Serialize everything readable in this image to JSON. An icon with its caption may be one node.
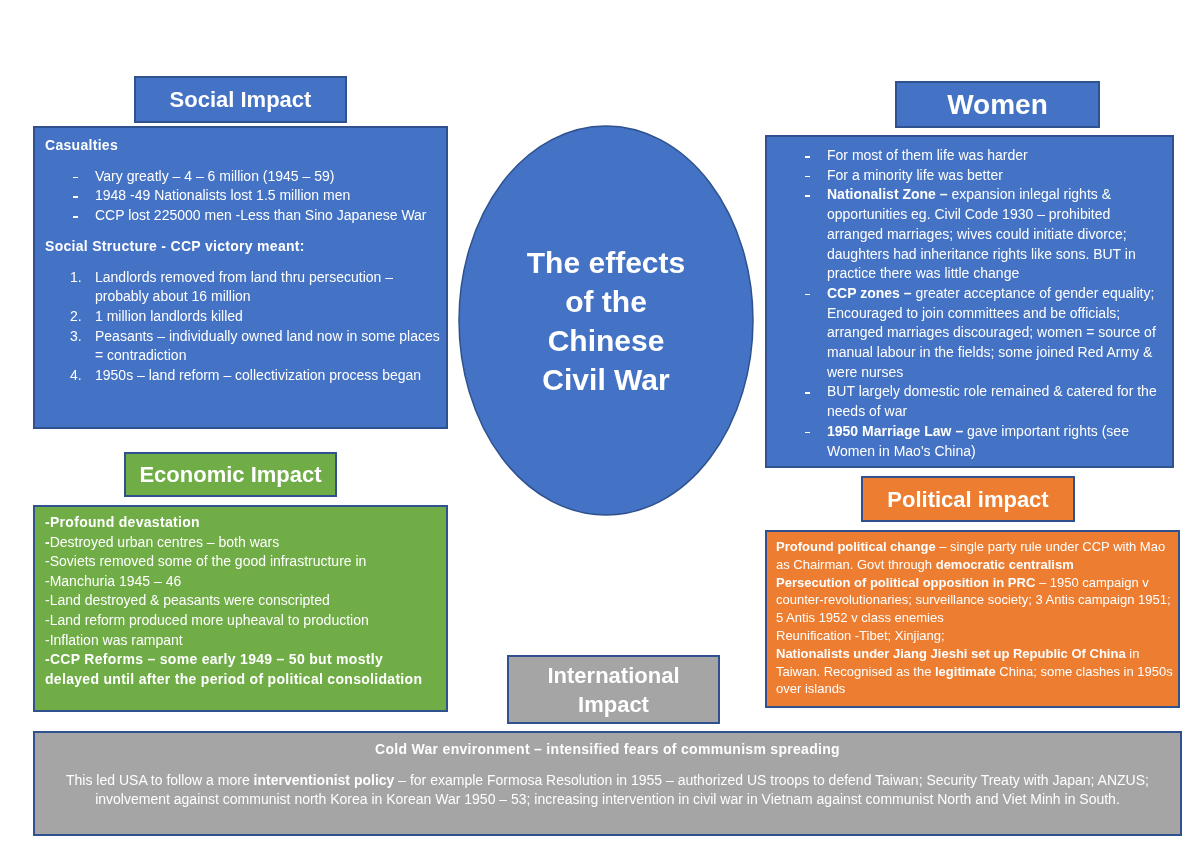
{
  "diagram": {
    "nodes": [
      {
        "text": [
          "Social Impact"
        ]
      },
      {
        "text": [
          "Casualties",
          "Vary greatly – 4 – 6 million (1945 – 59)",
          "1948 -49 Nationalists lost 1.5 million men",
          "CCP lost 225000 men -Less than Sino Japanese War",
          "Social Structure - CCP victory meant:",
          "1.",
          "Landlords removed from land thru persecution – probably about 16 million",
          "2.",
          "1 million landlords killed",
          "3.",
          "Peasants – individually owned land now in some places = contradiction",
          "4.",
          "1950s – land reform – collectivization process began"
        ]
      },
      {
        "text": [
          "The effects of the Chinese Civil War"
        ]
      },
      {
        "text": [
          "Women"
        ]
      },
      {
        "text": [
          "For most of them life was harder",
          "For a minority life was better",
          "**Nationalist Zone –** expansion inlegal rights & opportunities eg. Civil Code 1930 – prohibited arranged marriages; wives could initiate divorce; daughters had inheritance rights like sons. BUT in practice there was little change",
          "**CCP zones –** greater acceptance of gender equality; Encouraged to join committees and be officials; arranged marriages discouraged; women = source of manual labour in the fields; some joined Red Army & were nurses",
          "BUT largely domestic role remained & catered for the needs of war",
          "**1950 Marriage Law –** gave important rights (see Women in Mao's China)"
        ]
      },
      {
        "text": [
          "Economic Impact"
        ]
      },
      {
        "text": [
          "-Profound devastation",
          "**-**Destroyed urban centres – both wars",
          "-Soviets removed some of the good infrastructure in",
          "-Manchuria 1945 – 46",
          "-Land destroyed & peasants were conscripted",
          "-Land reform produced more upheaval to production",
          "-Inflation was rampant",
          "-CCP Reforms – some early 1949 – 50 but mostly delayed until after the period of political consolidation"
        ]
      },
      {
        "text": [
          "Political impact"
        ]
      },
      {
        "text": [
          "**Profound political change** – single party rule under CCP with Mao as Chairman. Govt through **democratic centralism**",
          "**Persecution of political opposition in PRC** – 1950 campaign v counter-revolutionaries; surveillance society; 3 Antis campaign 1951; 5 Antis 1952 v class enemies",
          "Reunification -Tibet; Xinjiang;",
          "**Nationalists under Jiang Jieshi set up Republic Of China** in Taiwan. Recognised as the **legitimate** China; some clashes in 1950s over islands"
        ]
      },
      {
        "text": [
          "International Impact"
        ]
      },
      {
        "text": [
          "Cold War environment – intensified fears of communism spreading",
          "This led USA to follow a more **interventionist policy** – for example Formosa Resolution in 1955 – authorized US troops to defend Taiwan; Security Treaty with Japan; ANZUS; involvement against communist north Korea in Korean War 1950 – 53; increasing intervention in civil war in Vietnam against communist North and Viet Minh in South."
        ]
      }
    ]
  }
}
